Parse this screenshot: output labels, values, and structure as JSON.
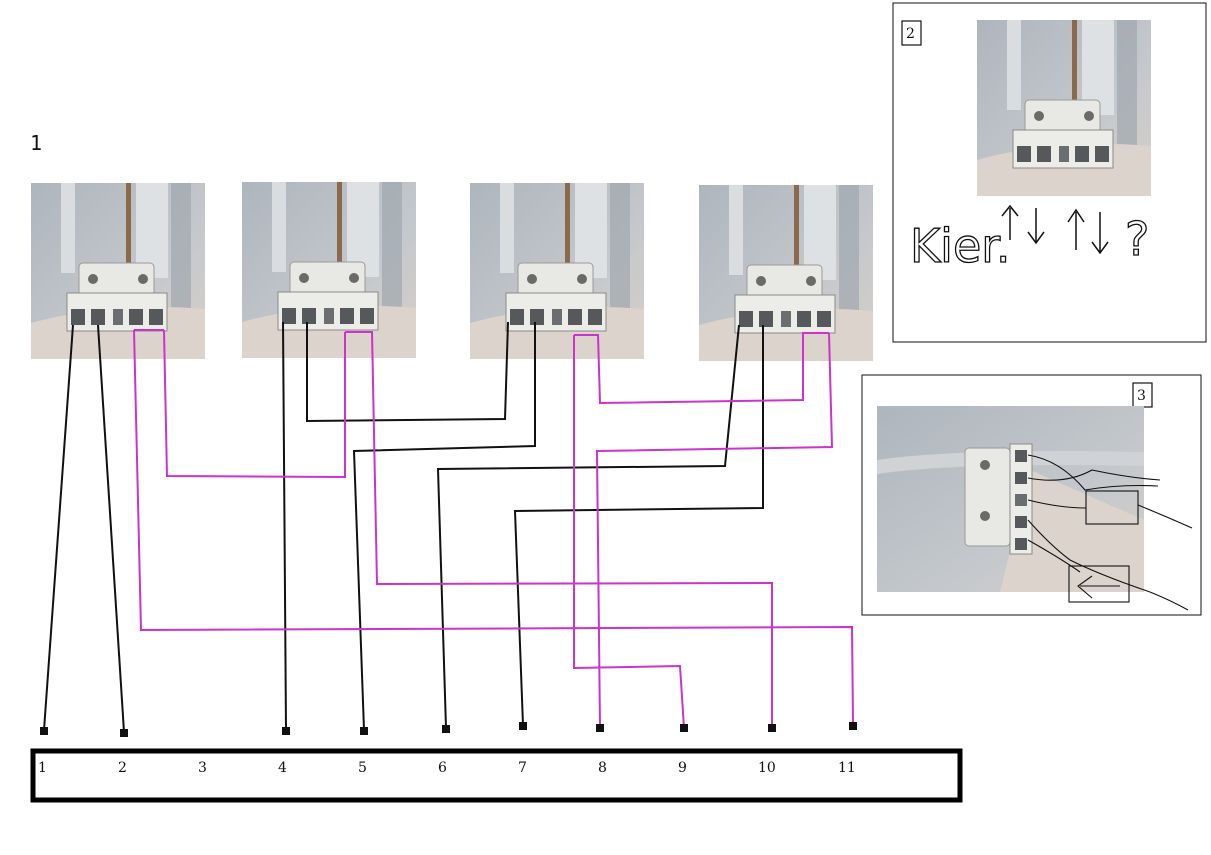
{
  "figure_label": "1",
  "panel_2": {
    "badge": "2",
    "handwriting": "Kier.",
    "question_mark": "?"
  },
  "panel_3": {
    "badge": "3"
  },
  "terminal_block": {
    "terminals": [
      "1",
      "2",
      "3",
      "4",
      "5",
      "6",
      "7",
      "8",
      "9",
      "10",
      "11"
    ]
  },
  "colors": {
    "black_wire": "#111111",
    "magenta_wire": "#cc33cc",
    "frame": "#000000"
  },
  "photos": [
    {
      "name": "socket-photo-1",
      "icon": "lamp-holder-photo"
    },
    {
      "name": "socket-photo-2",
      "icon": "lamp-holder-photo"
    },
    {
      "name": "socket-photo-3",
      "icon": "lamp-holder-photo"
    },
    {
      "name": "socket-photo-4",
      "icon": "lamp-holder-photo"
    }
  ]
}
